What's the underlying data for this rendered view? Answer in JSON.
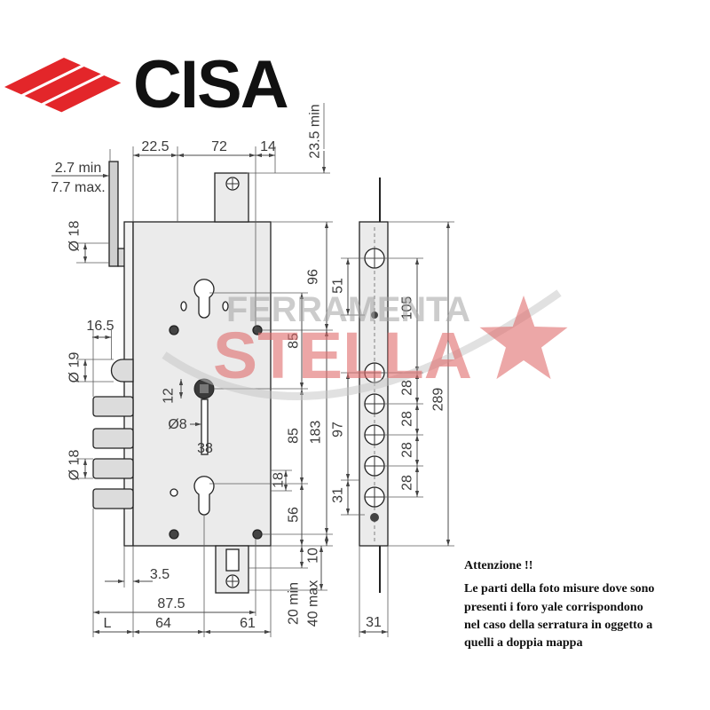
{
  "logo": {
    "brand": "CISA",
    "stripe_color": "#e3262a",
    "text_color": "#111111"
  },
  "watermark": {
    "line1": "FERRAMENTA",
    "line2": "STELLA",
    "grey_color": "#a3a3a3",
    "red_color": "#e06c6c"
  },
  "labels": {
    "w_22_5": "22.5",
    "w_72": "72",
    "w_14": "14",
    "h_23_5_min": "23.5 min",
    "t_2_7_min": "2.7 min",
    "t_7_7_max": "7.7 max.",
    "dia_18_top": "Ø 18",
    "w_16_5": "16.5",
    "dia_19": "Ø 19",
    "dia_18_bottom": "Ø 18",
    "h_12": "12",
    "dia_8": "Ø8",
    "w_38": "38",
    "w_3_5": "3.5",
    "w_87_5": "87.5",
    "w_L": "L",
    "w_64": "64",
    "w_61": "61",
    "h_96": "96",
    "h_85_upper": "85",
    "h_85_lower": "85",
    "h_183": "183",
    "h_18": "18",
    "h_56": "56",
    "h_10": "10",
    "h_20_min": "20 min",
    "h_40_max": "40 max",
    "h_51": "51",
    "h_97": "97",
    "h_31": "31",
    "h_105": "105",
    "h_28_a": "28",
    "h_28_b": "28",
    "h_28_c": "28",
    "h_28_d": "28",
    "h_289": "289",
    "w_31": "31"
  },
  "note": {
    "title": "Attenzione !!",
    "lines": [
      "Le parti della foto misure dove sono",
      "presenti i foro yale corrispondono",
      "nel caso della serratura in oggetto a",
      "quelli a doppia mappa"
    ]
  }
}
